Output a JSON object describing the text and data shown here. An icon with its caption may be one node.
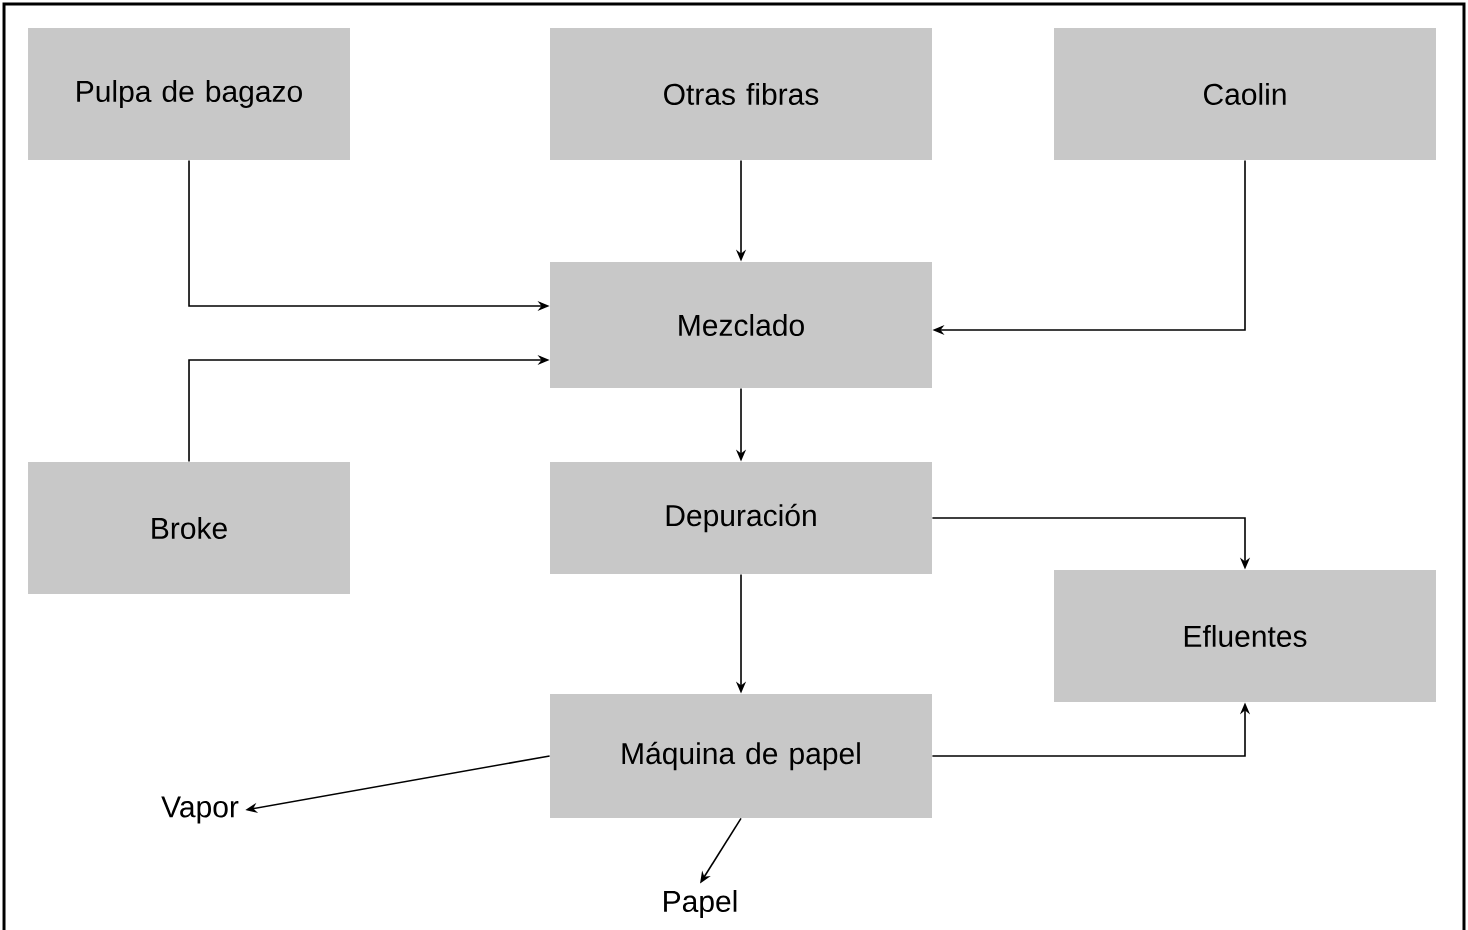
{
  "diagram": {
    "nodes": [
      {
        "text": [
          "Pulpa de bagazo"
        ]
      },
      {
        "text": [
          "Otras fibras"
        ]
      },
      {
        "text": [
          "Caolin"
        ]
      },
      {
        "text": [
          "Mezclado"
        ]
      },
      {
        "text": [
          "Broke"
        ]
      },
      {
        "text": [
          "Depuración"
        ]
      },
      {
        "text": [
          "Efluentes"
        ]
      },
      {
        "text": [
          "Máquina de papel"
        ]
      },
      {
        "text": [
          "Vapor"
        ]
      },
      {
        "text": [
          "Papel"
        ]
      }
    ],
    "edges": [
      {
        "from": 0,
        "to": 3,
        "arrow": "to"
      },
      {
        "from": 1,
        "to": 3,
        "arrow": "to"
      },
      {
        "from": 2,
        "to": 3,
        "arrow": "to"
      },
      {
        "from": 4,
        "to": 3,
        "arrow": "to"
      },
      {
        "from": 3,
        "to": 5,
        "arrow": "to"
      },
      {
        "from": 5,
        "to": 6,
        "arrow": "to"
      },
      {
        "from": 5,
        "to": 7,
        "arrow": "to"
      },
      {
        "from": 7,
        "to": 6,
        "arrow": "to"
      },
      {
        "from": 7,
        "to": 8,
        "arrow": "to"
      },
      {
        "from": 7,
        "to": 9,
        "arrow": "to"
      }
    ]
  }
}
